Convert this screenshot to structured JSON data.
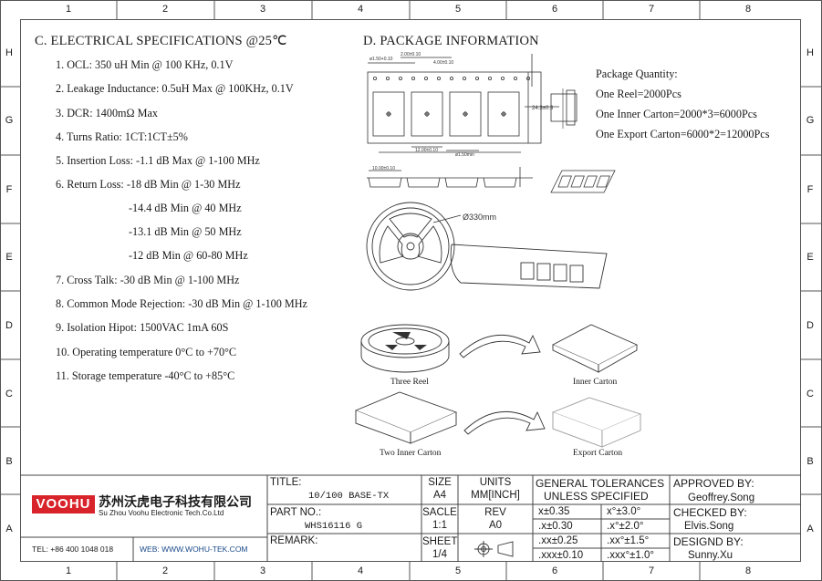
{
  "zones": {
    "columns": [
      "1",
      "2",
      "3",
      "4",
      "5",
      "6",
      "7",
      "8"
    ],
    "rows": [
      "H",
      "G",
      "F",
      "E",
      "D",
      "C",
      "B",
      "A"
    ]
  },
  "electrical": {
    "title": "C. ELECTRICAL SPECIFICATIONS @25℃",
    "items": [
      "1. OCL: 350 uH Min @ 100 KHz, 0.1V",
      "2. Leakage Inductance: 0.5uH Max @ 100KHz, 0.1V",
      "3. DCR: 1400mΩ Max",
      "4. Turns Ratio: 1CT:1CT±5%",
      "5. Insertion Loss: -1.1 dB Max @ 1-100 MHz",
      "6. Return Loss: -18 dB Min @ 1-30 MHz",
      "-14.4 dB Min @ 40 MHz",
      "-13.1 dB Min @ 50 MHz",
      "-12 dB Min @ 60-80 MHz",
      "7. Cross Talk: -30 dB Min @ 1-100 MHz",
      "8. Common Mode Rejection: -30 dB Min @ 1-100 MHz",
      "9. Isolation Hipot: 1500VAC 1mA 60S",
      "10. Operating temperature 0°C to +70°C",
      "11. Storage temperature -40°C to +85°C"
    ]
  },
  "package": {
    "title": "D. PACKAGE INFORMATION",
    "quantity_title": "Package Quantity:",
    "one_reel": "One Reel=2000Pcs",
    "inner_carton": "One Inner Carton=2000*3=6000Pcs",
    "export_carton": "One Export Carton=6000*2=12000Pcs",
    "reel_diameter": "Ø330mm",
    "tape_width_dim": "24.3±0.3",
    "caption_three_reel": "Three  Reel",
    "caption_inner_carton": "Inner Carton",
    "caption_two_inner": "Two  Inner Carton",
    "caption_export": "Export Carton"
  },
  "title_block": {
    "company_cn": "苏州沃虎电子科技有限公司",
    "company_en": "Su Zhou Voohu Electronic Tech.Co.Ltd",
    "logo_text": "VOOHU",
    "tel": "TEL: +86 400 1048 018",
    "web": "WEB: WWW.WOHU-TEK.COM",
    "title_label": "TITLE:",
    "title_value": "10/100 BASE-TX",
    "part_label": "PART NO.:",
    "part_value": "WHS16116 G",
    "remark_label": "REMARK:",
    "size_label": "SIZE",
    "size_value": "A4",
    "scale_label": "SACLE",
    "scale_value": "1:1",
    "sheet_label": "SHEET",
    "sheet_value": "1/4",
    "units_label": "UNITS",
    "units_value": "MM[INCH]",
    "rev_label": "REV",
    "rev_value": "A0",
    "tol_title1": "GENERAL TOLERANCES",
    "tol_title2": "UNLESS SPECIFIED",
    "tol": [
      [
        "x±0.35",
        "x°±3.0°"
      ],
      [
        ".x±0.30",
        ".x°±2.0°"
      ],
      [
        ".xx±0.25",
        ".xx°±1.5°"
      ],
      [
        ".xxx±0.10",
        ".xxx°±1.0°"
      ]
    ],
    "approved_label": "APPROVED BY:",
    "approved_name": "Geoffrey.Song",
    "checked_label": "CHECKED BY:",
    "checked_name": "Elvis.Song",
    "designed_label": "DESIGND BY:",
    "designed_name": "Sunny.Xu"
  }
}
